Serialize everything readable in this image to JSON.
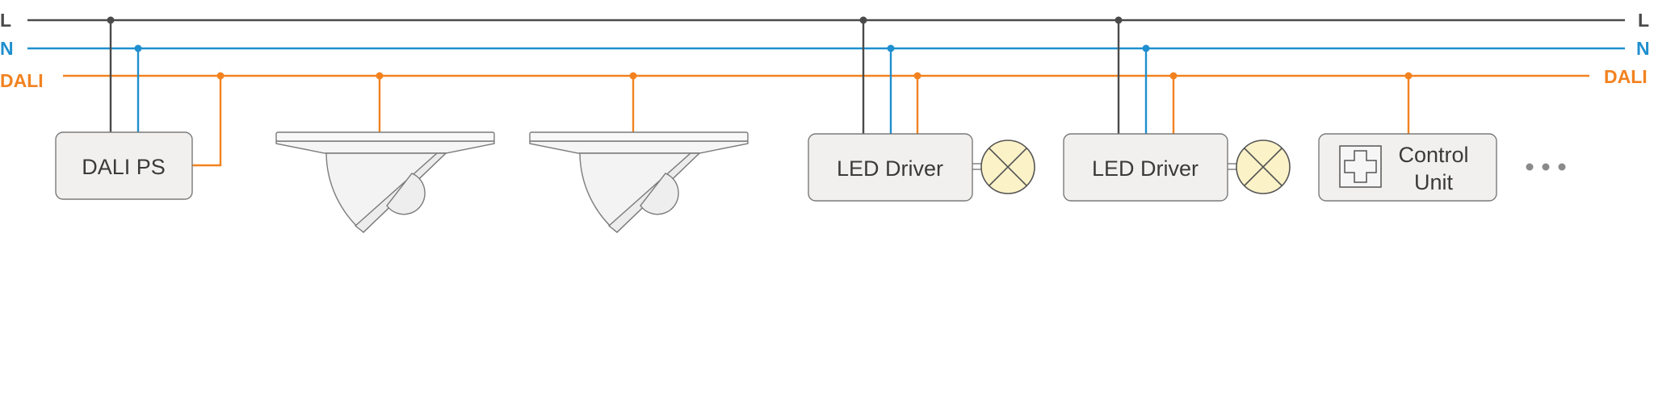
{
  "colors": {
    "l_line": "#4a4a4a",
    "n_line": "#1f8fcf",
    "dali_line": "#f28220",
    "box_fill": "#f1f0ef",
    "box_stroke": "#7a7a7a",
    "lamp_fill": "#fbf2c8",
    "sensor_fill": "#f4f4f4"
  },
  "bus_labels": {
    "l": "L",
    "n": "N",
    "dali": "DALI"
  },
  "devices": {
    "dali_ps": "DALI PS",
    "led_driver_1": "LED Driver",
    "led_driver_2": "LED Driver",
    "control_unit_line1": "Control",
    "control_unit_line2": "Unit"
  },
  "icons": {
    "sensor": "ceiling-motion-sensor-icon",
    "lamp": "lamp-cross-symbol-icon",
    "control": "cross-keypad-icon",
    "more": "ellipsis-icon"
  }
}
